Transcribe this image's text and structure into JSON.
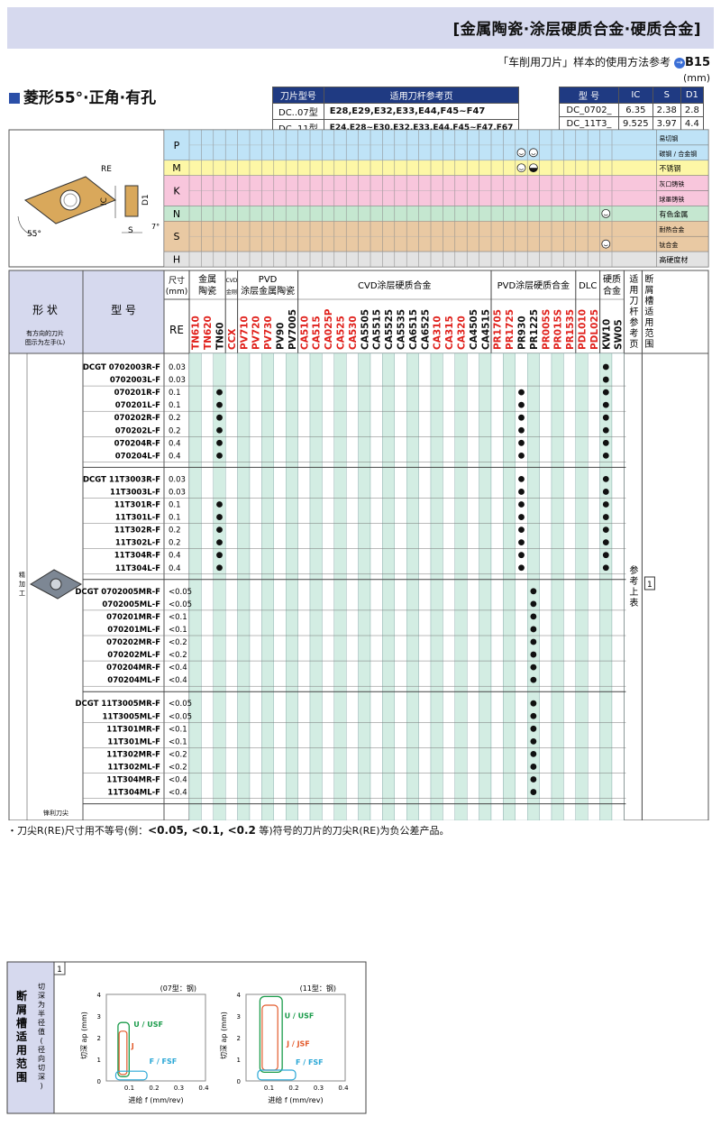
{
  "header": {
    "title": "[金属陶瓷·涂层硬质合金·硬质合金]",
    "ref_text": "「车削用刀片」样本的使用方法参考",
    "ref_page": "B15",
    "unit": "(mm)"
  },
  "section_title": "菱形55°·正角·有孔",
  "holder_table": {
    "col1": "刀片型号",
    "col2": "适用刀杆参考页",
    "rows": [
      [
        "DC..07型",
        "E28,E29,E32,E33,E44,F45~F47"
      ],
      [
        "DC..11型",
        "E24,E28~E30,E32,E33,E44,F45~F47,F67"
      ]
    ]
  },
  "dim_table": {
    "headers": [
      "型 号",
      "IC",
      "S",
      "D1"
    ],
    "rows": [
      [
        "DC_0702_",
        "6.35",
        "2.38",
        "2.8"
      ],
      [
        "DC_11T3_",
        "9.525",
        "3.97",
        "4.4"
      ]
    ]
  },
  "drawing_labels": {
    "re": "RE",
    "ic": "IC",
    "d1": "D1",
    "s": "S",
    "angle": "55°",
    "clearance": "7°"
  },
  "materials": [
    {
      "code": "P",
      "color": "#bfe3f7",
      "label": "易切钢",
      "sub": "碳钢 / 合金钢"
    },
    {
      "code": "M",
      "color": "#fdf7a6",
      "label": "不锈钢"
    },
    {
      "code": "K",
      "color": "#f8c6dc",
      "label": "灰口铸铁",
      "sub": "球墨铸铁"
    },
    {
      "code": "N",
      "color": "#c5e7d0",
      "label": "有色金属"
    },
    {
      "code": "S",
      "color": "#e9c9a3",
      "label": "耐热合金",
      "sub": "钛合金"
    },
    {
      "code": "H",
      "color": "#e3e3e3",
      "label": "高硬度材"
    }
  ],
  "col_groups": {
    "size": "尺寸(mm)",
    "cermet": "金属陶瓷",
    "cvd_small": "CVD 金刚",
    "pvd_cermet": "PVD 涂层金属陶瓷",
    "cvd": "CVD涂层硬质合金",
    "pvd": "PVD涂层硬质合金",
    "dlc": "DLC",
    "carbide": "硬质合金",
    "holder_ref": "适用刀杆参考页",
    "chip_range": "断屑槽适用范围"
  },
  "row_head": {
    "shape": "形 状",
    "shape_sub": "有方向的刀片图示为左手(L)",
    "model": "型 号",
    "re": "RE"
  },
  "grades": [
    {
      "name": "TN610",
      "c": "r"
    },
    {
      "name": "TN620",
      "c": "r"
    },
    {
      "name": "TN60",
      "c": "k"
    },
    {
      "name": "CCX",
      "c": "r"
    },
    {
      "name": "PV710",
      "c": "r"
    },
    {
      "name": "PV720",
      "c": "r"
    },
    {
      "name": "PV730",
      "c": "r"
    },
    {
      "name": "PV90",
      "c": "k"
    },
    {
      "name": "PV7005",
      "c": "k"
    },
    {
      "name": "CA510",
      "c": "r"
    },
    {
      "name": "CA515",
      "c": "r"
    },
    {
      "name": "CA025P",
      "c": "r"
    },
    {
      "name": "CA525",
      "c": "r"
    },
    {
      "name": "CA530",
      "c": "r"
    },
    {
      "name": "CA5505",
      "c": "k"
    },
    {
      "name": "CA5515",
      "c": "k"
    },
    {
      "name": "CA5525",
      "c": "k"
    },
    {
      "name": "CA5535",
      "c": "k"
    },
    {
      "name": "CA6515",
      "c": "k"
    },
    {
      "name": "CA6525",
      "c": "k"
    },
    {
      "name": "CA310",
      "c": "r"
    },
    {
      "name": "CA315",
      "c": "r"
    },
    {
      "name": "CA320",
      "c": "r"
    },
    {
      "name": "CA4505",
      "c": "k"
    },
    {
      "name": "CA4515",
      "c": "k"
    },
    {
      "name": "PR1705",
      "c": "r"
    },
    {
      "name": "PR1725",
      "c": "r"
    },
    {
      "name": "PR930",
      "c": "k"
    },
    {
      "name": "PR1225",
      "c": "k"
    },
    {
      "name": "PR005S",
      "c": "r"
    },
    {
      "name": "PR015S",
      "c": "r"
    },
    {
      "name": "PR1535",
      "c": "r"
    },
    {
      "name": "PDL010",
      "c": "r"
    },
    {
      "name": "PDL025",
      "c": "r"
    },
    {
      "name": "KW10",
      "c": "k"
    },
    {
      "name": "SW05",
      "c": "k"
    }
  ],
  "groups": [
    {
      "series": "DCGT",
      "rows": [
        [
          "0702003R-F",
          "0.03"
        ],
        [
          "0702003L-F",
          "0.03"
        ],
        [
          "070201R-F",
          "0.1"
        ],
        [
          "070201L-F",
          "0.1"
        ],
        [
          "070202R-F",
          "0.2"
        ],
        [
          "070202L-F",
          "0.2"
        ],
        [
          "070204R-F",
          "0.4"
        ],
        [
          "070204L-F",
          "0.4"
        ]
      ]
    },
    {
      "series": "DCGT",
      "rows": [
        [
          "11T3003R-F",
          "0.03"
        ],
        [
          "11T3003L-F",
          "0.03"
        ],
        [
          "11T301R-F",
          "0.1"
        ],
        [
          "11T301L-F",
          "0.1"
        ],
        [
          "11T302R-F",
          "0.2"
        ],
        [
          "11T302L-F",
          "0.2"
        ],
        [
          "11T304R-F",
          "0.4"
        ],
        [
          "11T304L-F",
          "0.4"
        ]
      ]
    },
    {
      "series": "DCGT",
      "rows": [
        [
          "0702005MR-F",
          "<0.05"
        ],
        [
          "0702005ML-F",
          "<0.05"
        ],
        [
          "070201MR-F",
          "<0.1"
        ],
        [
          "070201ML-F",
          "<0.1"
        ],
        [
          "070202MR-F",
          "<0.2"
        ],
        [
          "070202ML-F",
          "<0.2"
        ],
        [
          "070204MR-F",
          "<0.4"
        ],
        [
          "070204ML-F",
          "<0.4"
        ]
      ]
    },
    {
      "series": "DCGT",
      "rows": [
        [
          "11T3005MR-F",
          "<0.05"
        ],
        [
          "11T3005ML-F",
          "<0.05"
        ],
        [
          "11T301MR-F",
          "<0.1"
        ],
        [
          "11T301ML-F",
          "<0.1"
        ],
        [
          "11T302MR-F",
          "<0.2"
        ],
        [
          "11T302ML-F",
          "<0.2"
        ],
        [
          "11T304MR-F",
          "<0.4"
        ],
        [
          "11T304ML-F",
          "<0.4"
        ]
      ]
    }
  ],
  "side_labels": {
    "finishing": "精加工",
    "sharp": "锋利刀尖",
    "ref_above": "参考上表",
    "range_no": "1"
  },
  "footnote": {
    "text1": "・刀尖R(RE)尺寸用不等号(例：",
    "bold": "<0.05, <0.1, <0.2",
    "text2": " 等)符号的刀片的刀尖R(RE)为负公差产品。"
  },
  "chip_box": {
    "title": "断屑槽适用范围",
    "no": "1",
    "axis_y": "切深为半径值(径向切深)",
    "chart_07": "(07型：钢)",
    "chart_11": "(11型：钢)",
    "ylabel": "切深 ap (mm)",
    "xlabel": "进给 f (mm/rev)",
    "labels": {
      "u": "U / USF",
      "j": "J",
      "j11": "J / JSF",
      "f": "F / FSF"
    }
  }
}
